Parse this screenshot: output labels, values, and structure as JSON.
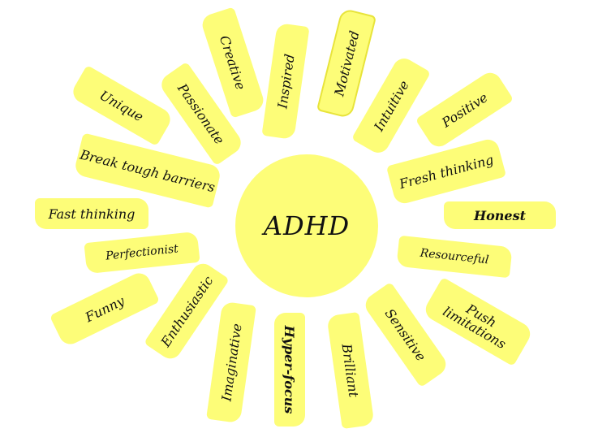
{
  "center": {
    "label": "ADHD"
  },
  "colors": {
    "ray_fill": "#fdfd78",
    "highlight_border": "#e8e43a",
    "text": "#111111"
  },
  "rays": {
    "creative": "Creative",
    "inspired": "Inspired",
    "motivated": "Motivated",
    "intuitive": "Intuitive",
    "positive": "Positive",
    "passionate": "Passionate",
    "unique": "Unique",
    "break_tough_barriers": "Break tough barriers",
    "fresh_thinking": "Fresh thinking",
    "honest": "Honest",
    "fast_thinking": "Fast thinking",
    "perfectionist": "Perfectionist",
    "resourceful": "Resourceful",
    "funny": "Funny",
    "enthusiastic": "Enthusiastic",
    "imaginative": "Imaginative",
    "hyper_focus": "Hyper-focus",
    "brilliant": "Brilliant",
    "sensitive": "Sensitive",
    "push_limitations": "Push limitations"
  }
}
